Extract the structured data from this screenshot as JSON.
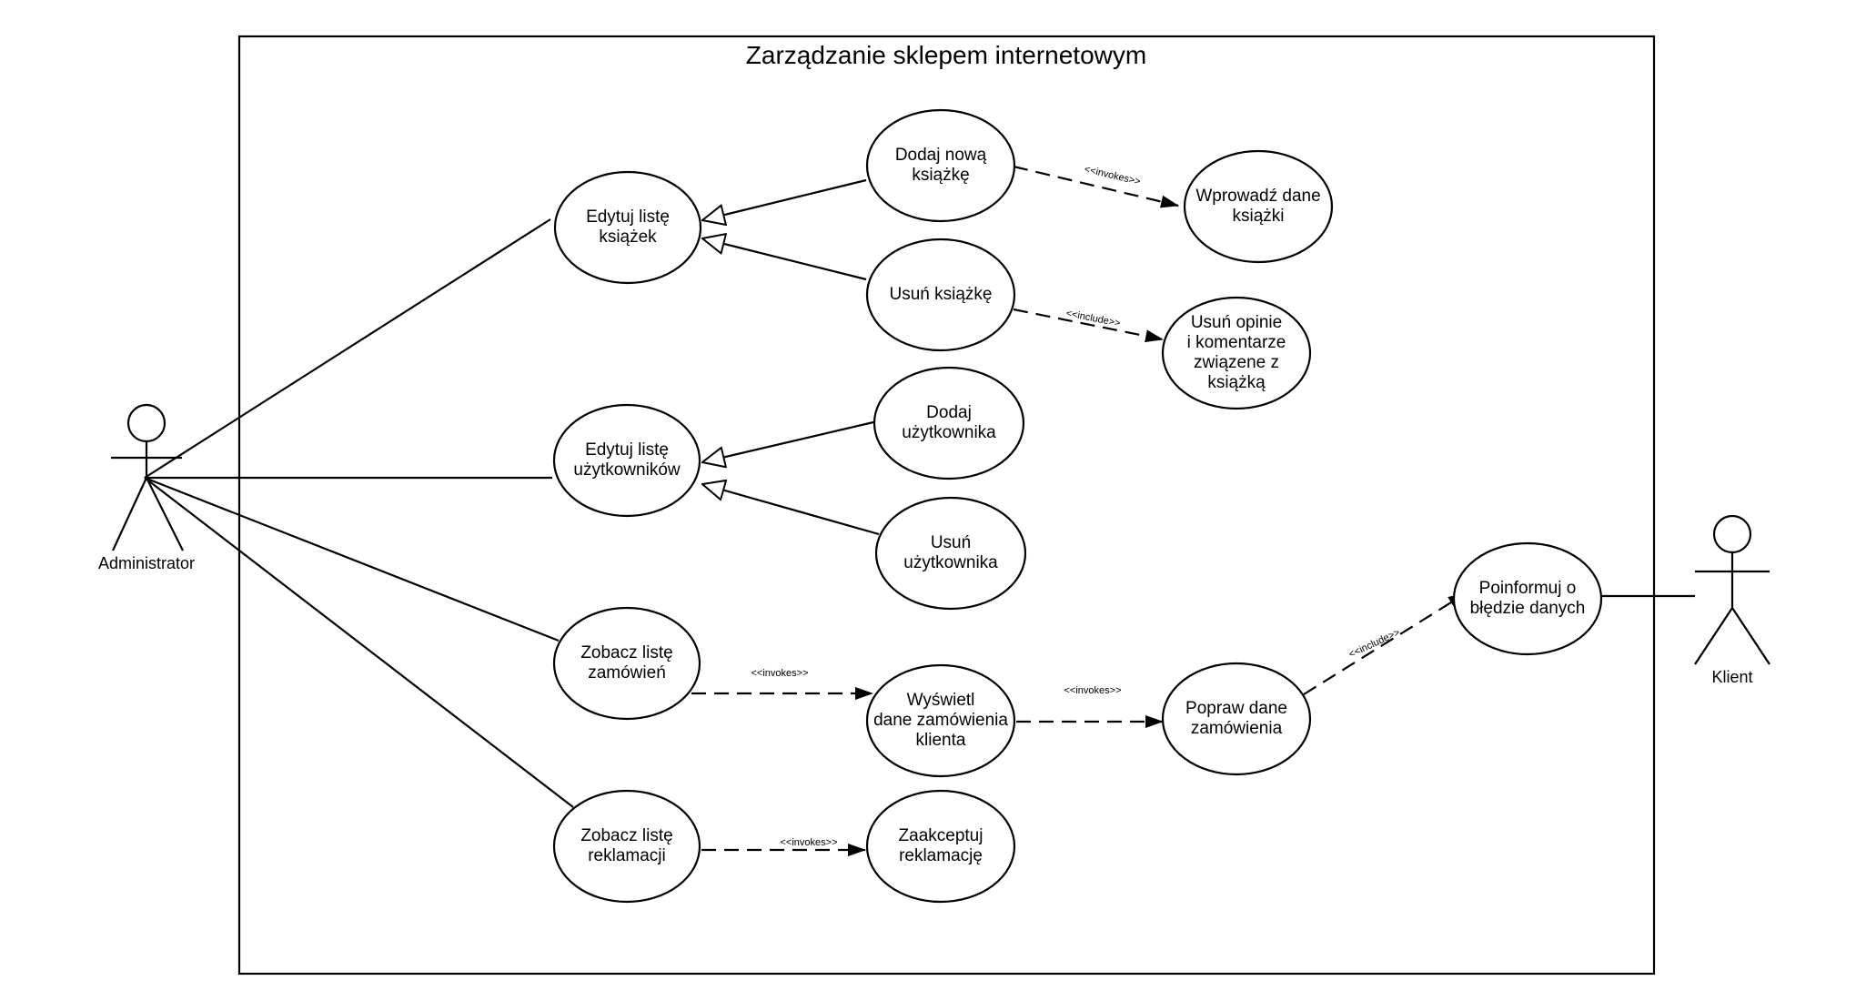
{
  "system": {
    "title": "Zarządzanie sklepem internetowym"
  },
  "actors": {
    "admin": {
      "label": "Administrator"
    },
    "client": {
      "label": "Klient"
    }
  },
  "use_cases": {
    "edit_books": [
      "Edytuj listę",
      "książek"
    ],
    "add_book": [
      "Dodaj nową",
      "książkę"
    ],
    "enter_book_data": [
      "Wprowadź dane",
      "książki"
    ],
    "remove_book": [
      "Usuń książkę"
    ],
    "remove_reviews": [
      "Usuń opinie",
      "i komentarze",
      "związene z",
      "książką"
    ],
    "edit_users": [
      "Edytuj listę",
      "użytkowników"
    ],
    "add_user": [
      "Dodaj",
      "użytkownika"
    ],
    "remove_user": [
      "Usuń",
      "użytkownika"
    ],
    "view_orders": [
      "Zobacz listę",
      "zamówień"
    ],
    "show_order": [
      "Wyświetl",
      "dane zamówienia",
      "klienta"
    ],
    "fix_order": [
      "Popraw dane",
      "zamówienia"
    ],
    "notify_error": [
      "Poinformuj o",
      "błędzie danych"
    ],
    "view_complaints": [
      "Zobacz listę",
      "reklamacji"
    ],
    "accept_complaint": [
      "Zaakceptuj",
      "reklamację"
    ]
  },
  "relations": {
    "add_book_enter_data": "<<invokes>>",
    "remove_book_reviews": "<<include>>",
    "orders_show": "<<invokes>>",
    "show_fix": "<<invokes>>",
    "fix_notify": "<<include>>",
    "complaints_accept": "<<invokes>>"
  }
}
